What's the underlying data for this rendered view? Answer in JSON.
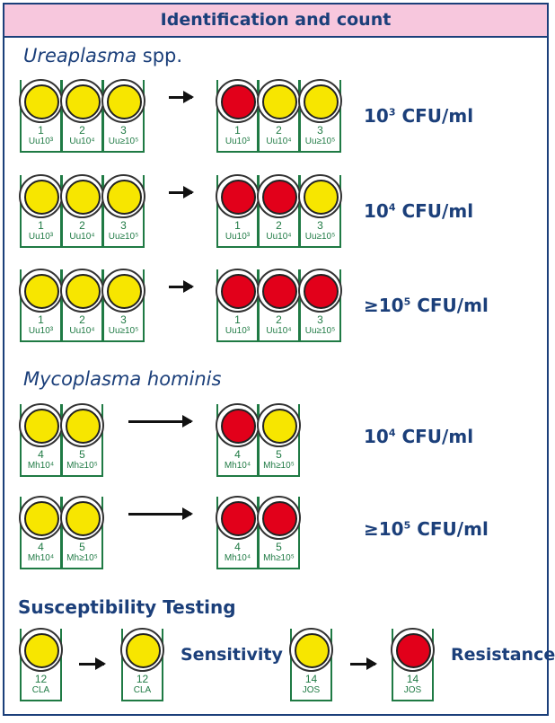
{
  "header": {
    "title": "Identification and count"
  },
  "ureaplasma": {
    "title": "Ureaplasma",
    "title_suffix": " spp.",
    "rows": [
      {
        "result_prefix": "10",
        "result_exp": "3",
        "result_suffix": " CFU/ml",
        "before": [
          "yellow",
          "yellow",
          "yellow"
        ],
        "after": [
          "red",
          "yellow",
          "yellow"
        ]
      },
      {
        "result_prefix": "10",
        "result_exp": "4",
        "result_suffix": " CFU/ml",
        "before": [
          "yellow",
          "yellow",
          "yellow"
        ],
        "after": [
          "red",
          "red",
          "yellow"
        ]
      },
      {
        "result_prefix": "≥10",
        "result_exp": "5",
        "result_suffix": " CFU/ml",
        "before": [
          "yellow",
          "yellow",
          "yellow"
        ],
        "after": [
          "red",
          "red",
          "red"
        ]
      }
    ],
    "wells": [
      {
        "num": "1",
        "label": "Uu10³"
      },
      {
        "num": "2",
        "label": "Uu10⁴"
      },
      {
        "num": "3",
        "label": "Uu≥10⁵"
      }
    ]
  },
  "mycoplasma": {
    "title": "Mycoplasma hominis",
    "rows": [
      {
        "result_prefix": "10",
        "result_exp": "4",
        "result_suffix": " CFU/ml",
        "before": [
          "yellow",
          "yellow"
        ],
        "after": [
          "red",
          "yellow"
        ]
      },
      {
        "result_prefix": "≥10",
        "result_exp": "5",
        "result_suffix": " CFU/ml",
        "before": [
          "yellow",
          "yellow"
        ],
        "after": [
          "red",
          "red"
        ]
      }
    ],
    "wells": [
      {
        "num": "4",
        "label": "Mh10⁴"
      },
      {
        "num": "5",
        "label": "Mh≥10⁵"
      }
    ]
  },
  "susceptibility": {
    "title": "Susceptibility Testing",
    "sensitivity": {
      "label": "Sensitivity",
      "num": "12",
      "well_label": "CLA",
      "before": "yellow",
      "after": "yellow"
    },
    "resistance": {
      "label": "Resistance",
      "num": "14",
      "well_label": "JOS",
      "before": "yellow",
      "after": "red"
    }
  },
  "colors": {
    "yellow": "#f7e600",
    "red": "#e2001a",
    "title": "#1b3f7a",
    "well_border": "#1f7a44",
    "header_bg": "#f7c7dd"
  }
}
